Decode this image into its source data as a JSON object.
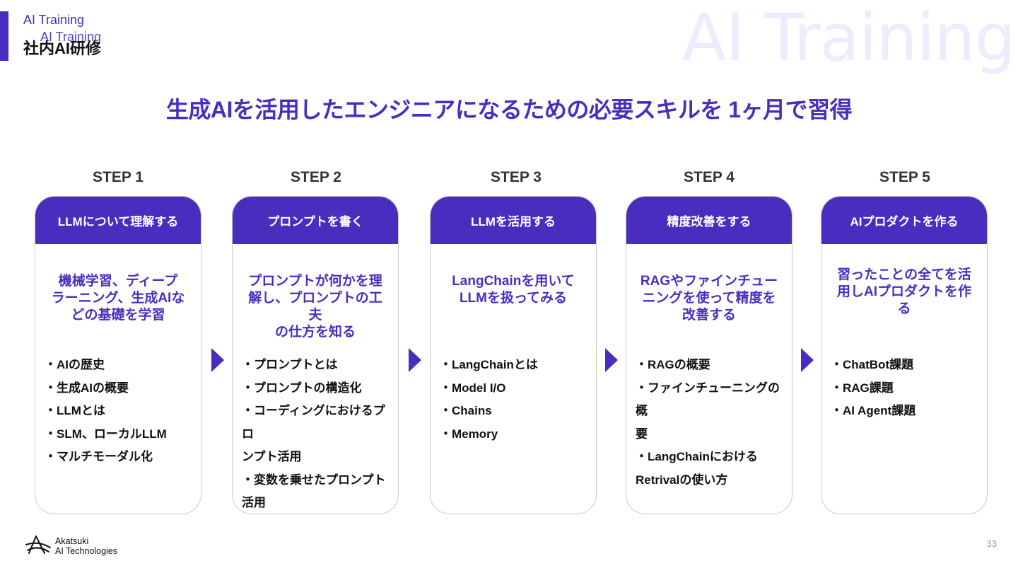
{
  "header": {
    "subtitle": "AI Training",
    "subtitle_overlap": "AI Training",
    "title": "社内AI研修",
    "watermark": "AI Training"
  },
  "main_title": "生成AIを活用したエンジニアになるための必要スキルを 1ヶ月で習得",
  "steps": [
    {
      "label": "STEP 1",
      "heading": "LLMについて理解する",
      "summary_lines": [
        "機械学習、ディープ",
        "ラーニング、生成AIな",
        "どの基礎を学習"
      ],
      "items": [
        "・AIの歴史",
        "・生成AIの概要",
        "・LLMとは",
        "・SLM、ローカルLLM",
        "・マルチモーダル化"
      ]
    },
    {
      "label": "STEP 2",
      "heading": "プロンプトを書く",
      "summary_lines": [
        "プロンプトが何かを理",
        "解し、プロンプトの工夫",
        "の仕方を知る"
      ],
      "items": [
        "・プロンプトとは",
        "・プロンプトの構造化",
        "・コーディングにおけるプロ",
        "ンプト活用",
        "・変数を乗せたプロンプト",
        "活用"
      ]
    },
    {
      "label": "STEP 3",
      "heading": "LLMを活用する",
      "summary_lines": [
        "LangChainを用いて",
        "LLMを扱ってみる"
      ],
      "items": [
        "・LangChainとは",
        "・Model I/O",
        "・Chains",
        "・Memory"
      ]
    },
    {
      "label": "STEP 4",
      "heading": "精度改善をする",
      "summary_lines": [
        "RAGやファインチュー",
        "ニングを使って精度を",
        "改善する"
      ],
      "items": [
        "・RAGの概要",
        "・ファインチューニングの概",
        "要",
        "・LangChainにおける",
        "Retrivalの使い方"
      ]
    },
    {
      "label": "STEP 5",
      "heading": "AIプロダクトを作る",
      "summary_lines": [
        "習ったことの全てを活",
        "用しAIプロダクトを作",
        "る"
      ],
      "items": [
        "・ChatBot課題",
        "・RAG課題",
        "・AI Agent課題"
      ]
    }
  ],
  "footer": {
    "logo_line1": "Akatsuki",
    "logo_line2": "AI Technologies",
    "page_number": "33"
  },
  "colors": {
    "accent": "#4a2dbf",
    "watermark": "#efeafd",
    "card_border": "#c9c9c9"
  }
}
